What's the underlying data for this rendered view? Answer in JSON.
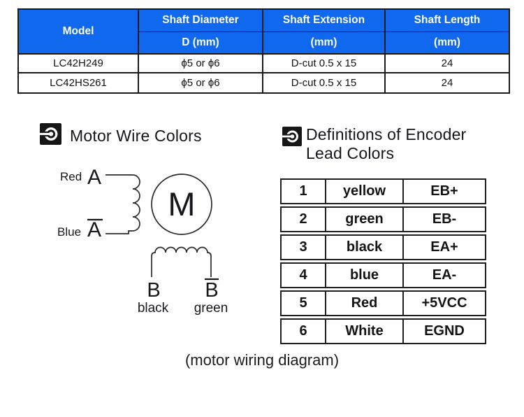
{
  "colors": {
    "header_blue": "#0f68ee",
    "border_black": "#1a1a1a",
    "header_text": "#ffffff"
  },
  "spec_table": {
    "headers": {
      "model": "Model",
      "columns": [
        {
          "line1": "Shaft Diameter",
          "line2": "D (mm)"
        },
        {
          "line1": "Shaft Extension",
          "line2": "(mm)"
        },
        {
          "line1": "Shaft Length",
          "line2": "(mm)"
        }
      ]
    },
    "rows": [
      {
        "model": "LC42H249",
        "shaft_diameter": "ϕ5 or ϕ6",
        "shaft_extension": "D-cut 0.5 x 15",
        "shaft_length": "24"
      },
      {
        "model": "LC42HS261",
        "shaft_diameter": "ϕ5 or ϕ6",
        "shaft_extension": "D-cut 0.5 x 15",
        "shaft_length": "24"
      }
    ]
  },
  "sections": {
    "motor_wire": {
      "title": "Motor Wire Colors",
      "icon": "bullseye-icon"
    },
    "encoder": {
      "title_line1": "Definitions of Encoder",
      "title_line2": "Lead Colors",
      "icon": "bullseye-icon"
    }
  },
  "diagram": {
    "motor_symbol": "M",
    "phase_a": {
      "wire1_color": "Red",
      "wire1_label": "A",
      "wire2_color": "Blue",
      "wire2_label": "A"
    },
    "phase_b": {
      "wire1_label": "B",
      "wire1_color": "black",
      "wire2_label": "B",
      "wire2_color": "green"
    }
  },
  "encoder_table": {
    "rows": [
      {
        "pin": "1",
        "color": "yellow",
        "signal": "EB+"
      },
      {
        "pin": "2",
        "color": "green",
        "signal": "EB-"
      },
      {
        "pin": "3",
        "color": "black",
        "signal": "EA+"
      },
      {
        "pin": "4",
        "color": "blue",
        "signal": "EA-"
      },
      {
        "pin": "5",
        "color": "Red",
        "signal": "+5VCC"
      },
      {
        "pin": "6",
        "color": "White",
        "signal": "EGND"
      }
    ]
  },
  "caption": "(motor wiring diagram)"
}
